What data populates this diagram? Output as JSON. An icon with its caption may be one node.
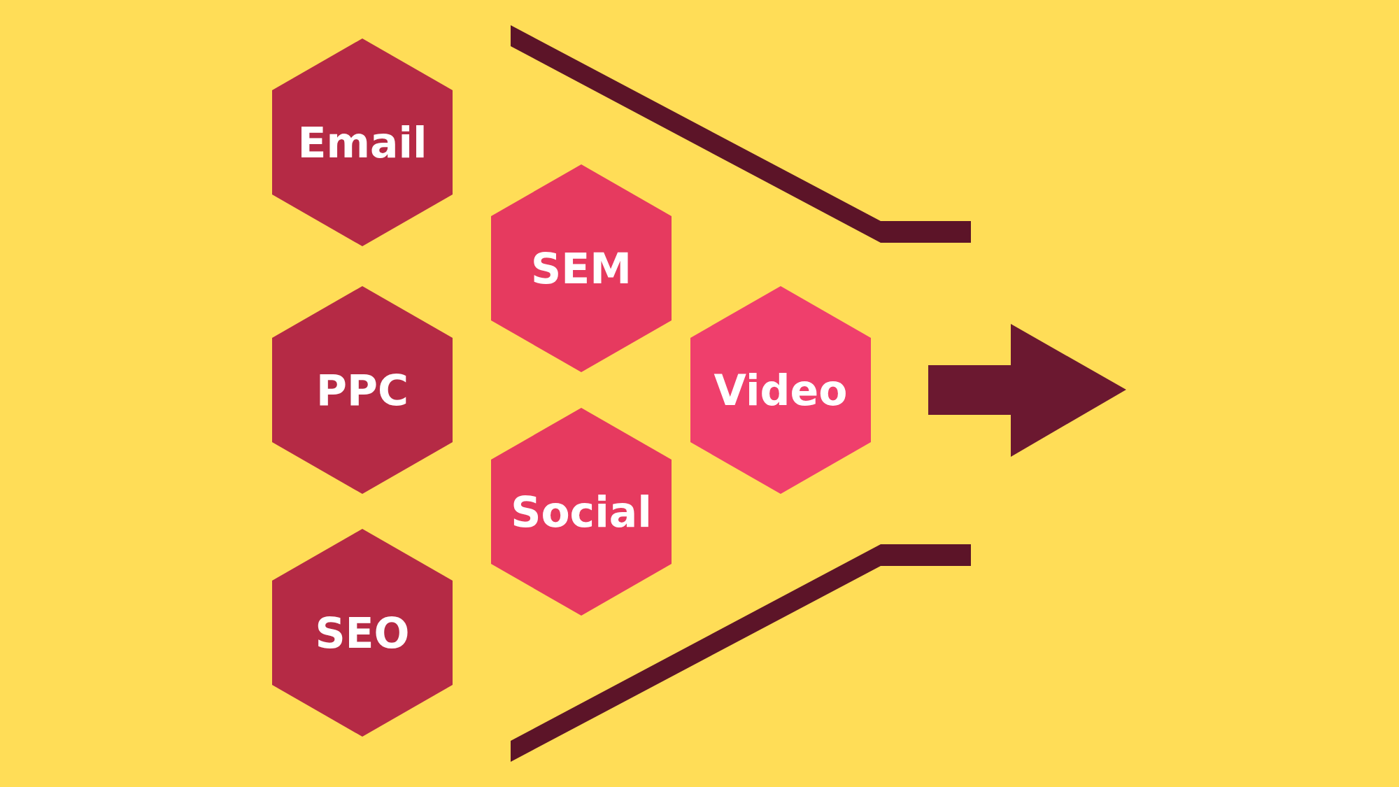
{
  "diagram": {
    "nodes": [
      {
        "text": [
          "Email"
        ]
      },
      {
        "text": [
          "SEM"
        ]
      },
      {
        "text": [
          "PPC"
        ]
      },
      {
        "text": [
          "Video"
        ]
      },
      {
        "text": [
          "Social"
        ]
      },
      {
        "text": [
          "SEO"
        ]
      }
    ]
  }
}
